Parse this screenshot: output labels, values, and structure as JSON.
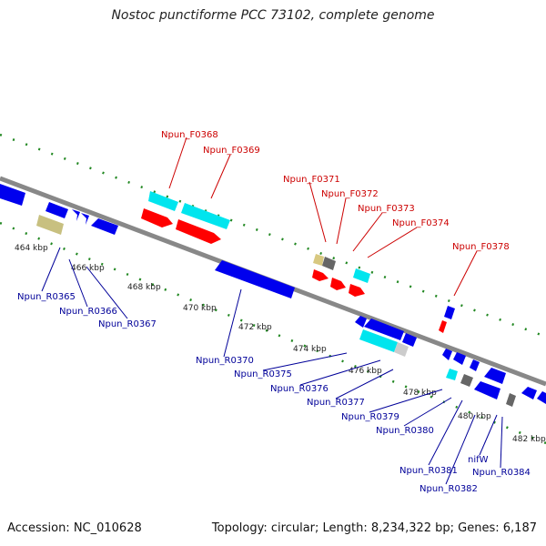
{
  "title": "Nostoc punctiforme PCC 73102, complete genome",
  "footer": {
    "accession": "Accession: NC_010628",
    "summary": "Topology: circular; Length: 8,234,322 bp; Genes: 6,187"
  },
  "ticks": [
    "464 kbp",
    "466 kbp",
    "468 kbp",
    "470 kbp",
    "472 kbp",
    "474 kbp",
    "476 kbp",
    "478 kbp",
    "480 kbp",
    "482 kbp"
  ],
  "forward_labels": [
    "Npun_F0368",
    "Npun_F0369",
    "Npun_F0371",
    "Npun_F0372",
    "Npun_F0373",
    "Npun_F0374",
    "Npun_F0378"
  ],
  "reverse_labels": [
    "Npun_R0365",
    "Npun_R0366",
    "Npun_R0367",
    "Npun_R0370",
    "Npun_R0375",
    "Npun_R0376",
    "Npun_R0377",
    "Npun_R0379",
    "Npun_R0380",
    "Npun_R0381",
    "Npun_R0382",
    "nifW",
    "Npun_R0384"
  ],
  "colors": {
    "forward_label": "#cc0000",
    "reverse_label": "#000099",
    "forward_gene": "#ff0000",
    "reverse_gene": "#0000ee",
    "rna_gene": "#00e5ee",
    "pseudo_gene": "#c8c080",
    "grey_gene": "#777777",
    "backbone": "#888888",
    "dots": "#228822"
  }
}
